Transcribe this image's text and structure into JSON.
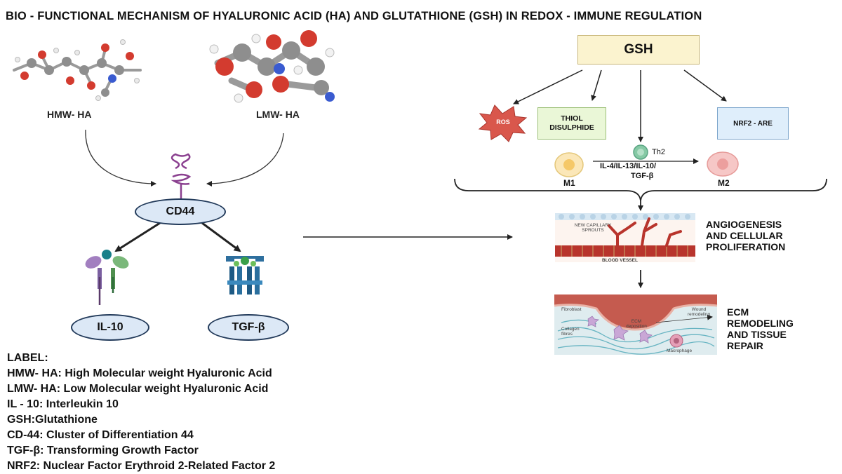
{
  "title": "BIO - FUNCTIONAL MECHANISM OF HYALURONIC ACID (HA) AND GLUTATHIONE (GSH) IN REDOX - IMMUNE REGULATION",
  "hmw_label": "HMW- HA",
  "lmw_label": "LMW- HA",
  "cd44_label": "CD44",
  "il10_label": "IL-10",
  "tgf_label": "TGF-β",
  "gsh_label": "GSH",
  "ros_label": "ROS",
  "thiol_label": "THIOL DISULPHIDE",
  "nrf2_label": "NRF2 - ARE",
  "th2_label": "Th2",
  "m1_label": "M1",
  "m2_label": "M2",
  "cytokines_line1": "IL-4/IL-13/IL-10/",
  "cytokines_line2": "TGF-β",
  "new_capillary_label": "NEW CAPILLARY SPROUTS",
  "blood_vessel_label": "BLOOD VESSEL",
  "angiogenesis_label": [
    "ANGIOGENESIS",
    "AND CELLULAR",
    "PROLIFERATION"
  ],
  "ecm_panel": {
    "fibroblast": "Fibroblast",
    "wound": "Wound remodeling",
    "ecm_deposition": "ECM deposition",
    "collagen": "Collagen fibres",
    "macrophage": "Macrophage"
  },
  "ecm_label": [
    "ECM",
    "REMODELING",
    "AND TISSUE",
    "REPAIR"
  ],
  "legend": {
    "heading": "LABEL:",
    "items": [
      "HMW- HA: High Molecular weight Hyaluronic Acid",
      "LMW- HA: Low Molecular weight Hyaluronic Acid",
      "IL - 10: Interleukin 10",
      "GSH:Glutathione",
      "CD-44: Cluster of Differentiation 44",
      "TGF-β: Transforming Growth Factor",
      "NRF2: Nuclear Factor Erythroid 2-Related Factor 2"
    ]
  },
  "colors": {
    "oval_fill": "#dce8f6",
    "gsh_fill": "#fbf3cf",
    "ros_red": "#d9574c",
    "thiol_green": "#eaf7d7",
    "nrf2_blue": "#dfeefb",
    "vessel_red": "#b8342c"
  }
}
